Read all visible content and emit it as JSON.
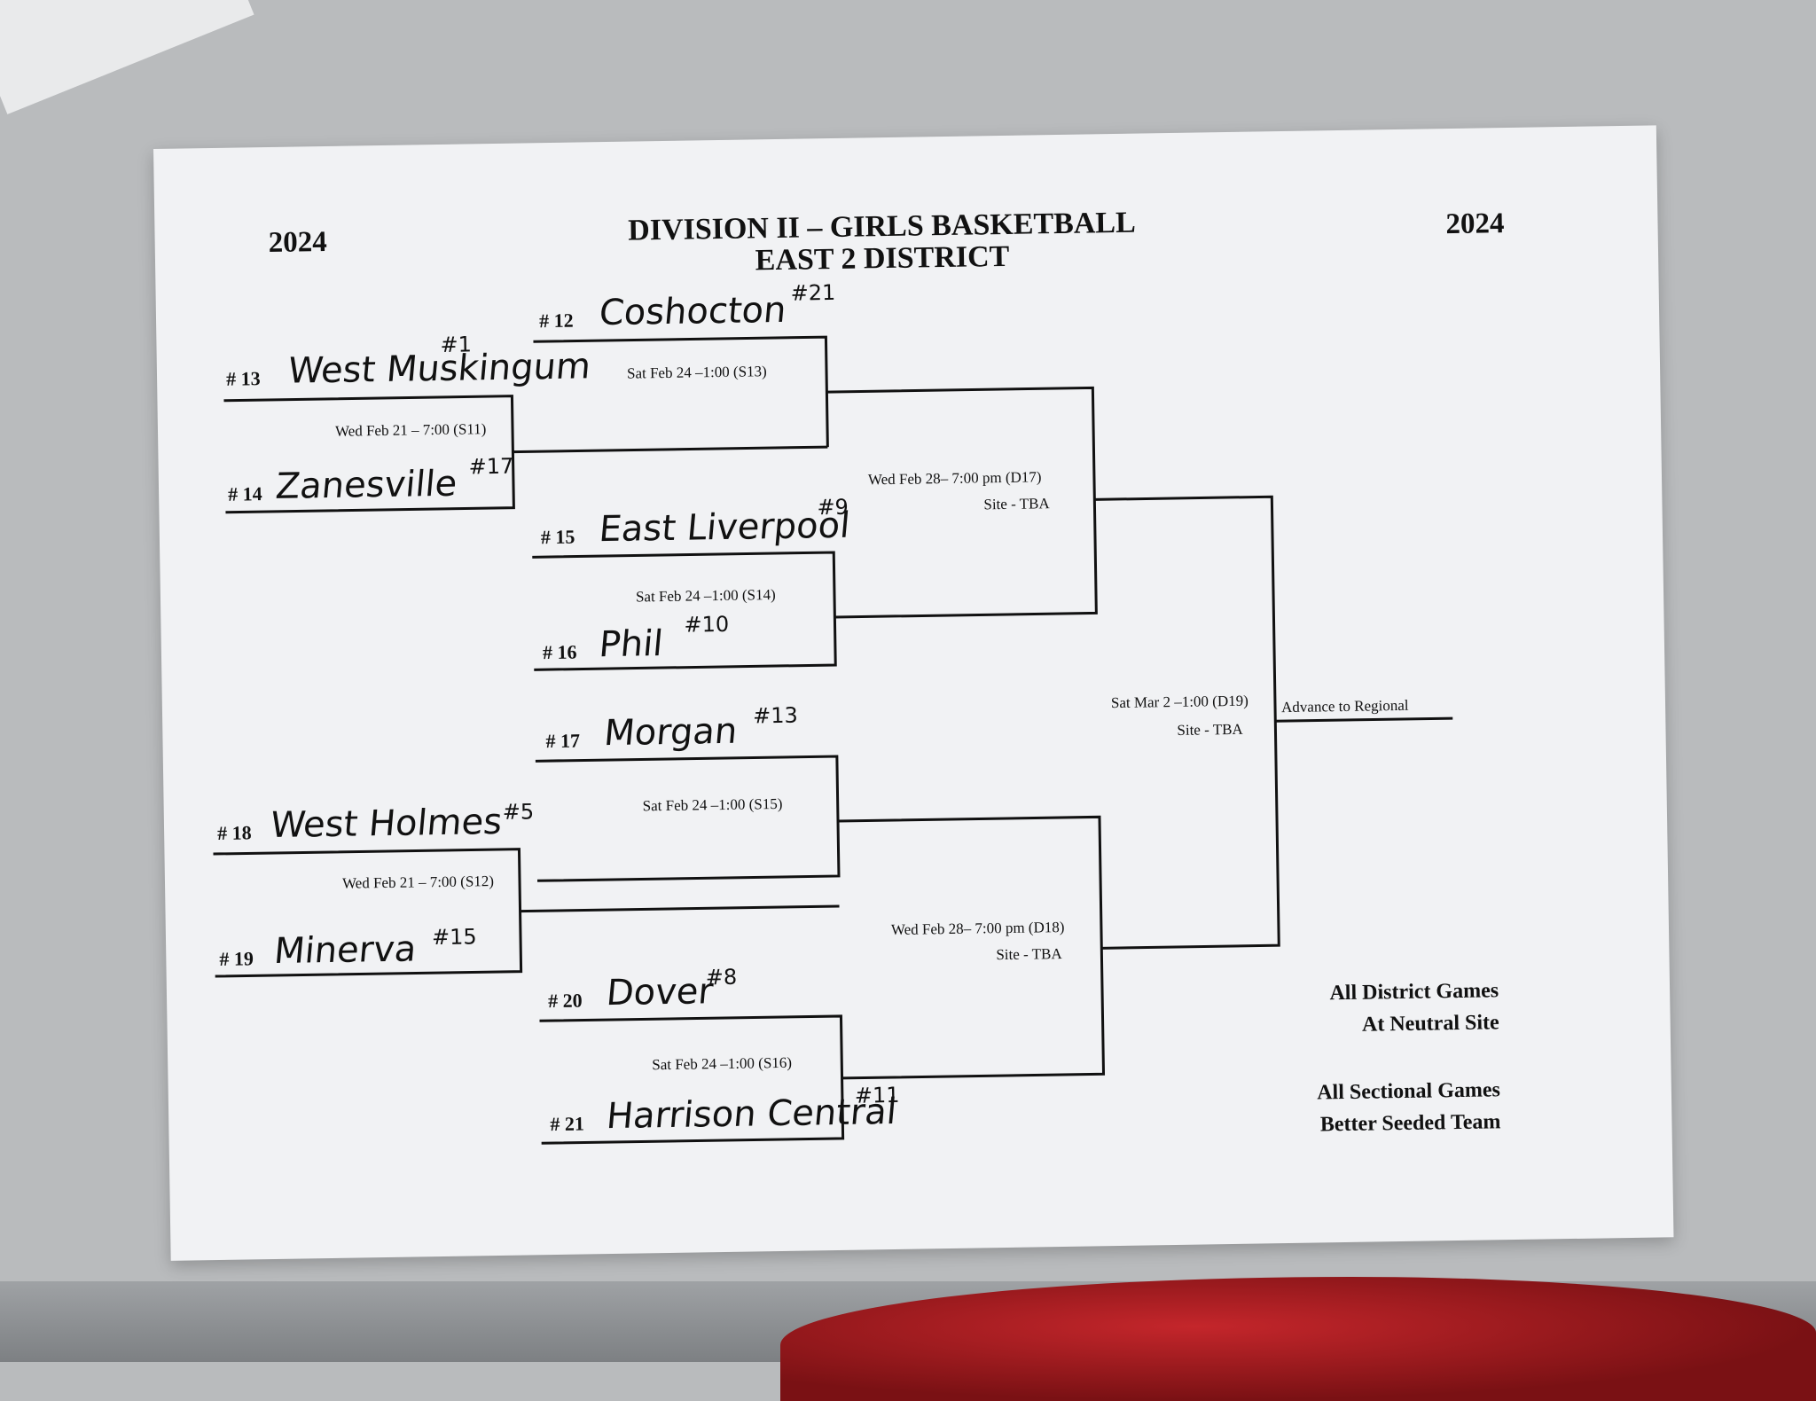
{
  "header": {
    "year_left": "2024",
    "year_right": "2024",
    "title_line1": "DIVISION II – GIRLS BASKETBALL",
    "title_line2": "EAST 2 DISTRICT"
  },
  "teams": {
    "s12": {
      "seed": "# 12",
      "name": "Coshocton",
      "rank": "#21"
    },
    "s13": {
      "seed": "# 13",
      "name": "West Muskingum",
      "rank": "#1"
    },
    "s14": {
      "seed": "# 14",
      "name": "Zanesville",
      "rank": "#17"
    },
    "s15": {
      "seed": "# 15",
      "name": "East Liverpool",
      "rank": "#9"
    },
    "s16": {
      "seed": "# 16",
      "name": "Phil",
      "rank": "#10"
    },
    "s17": {
      "seed": "# 17",
      "name": "Morgan",
      "rank": "#13"
    },
    "s18": {
      "seed": "# 18",
      "name": "West Holmes",
      "rank": "#5"
    },
    "s19": {
      "seed": "# 19",
      "name": "Minerva",
      "rank": "#15"
    },
    "s20": {
      "seed": "# 20",
      "name": "Dover",
      "rank": "#8"
    },
    "s21": {
      "seed": "# 21",
      "name": "Harrison Central",
      "rank": "#11"
    }
  },
  "games": {
    "s11": "Wed Feb 21 – 7:00 (S11)",
    "s12": "Wed Feb 21 – 7:00 (S12)",
    "s13": "Sat Feb 24 –1:00 (S13)",
    "s14": "Sat Feb 24 –1:00 (S14)",
    "s15": "Sat Feb 24 –1:00 (S15)",
    "s16": "Sat Feb 24 –1:00 (S16)",
    "d17": "Wed Feb 28– 7:00 pm (D17)",
    "d18": "Wed Feb 28– 7:00 pm (D18)",
    "d19": "Sat Mar 2 –1:00 (D19)",
    "site": "Site - TBA"
  },
  "advance": "Advance to Regional",
  "notes": {
    "district_l1": "All District Games",
    "district_l2": "At Neutral Site",
    "sectional_l1": "All Sectional Games",
    "sectional_l2": "Better Seeded Team"
  }
}
